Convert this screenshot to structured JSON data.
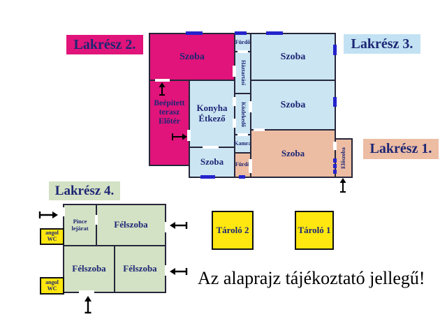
{
  "title_labels": {
    "lakresz_1": "Lakrész 1.",
    "lakresz_2": "Lakrész 2.",
    "lakresz_3": "Lakrész 3.",
    "lakresz_4": "Lakrész 4."
  },
  "rooms": {
    "szoba": "Szoba",
    "konyha_etkezo": "Konyha\nÉtkező",
    "beepitett_terasz": "Beépített\nterasz\nElőtér",
    "furdo": "Fürdő",
    "haztartasi": "Háztartási",
    "kozlekedo": "Közlekedő",
    "kamra": "Kamra",
    "eloszoba": "Előszoba",
    "felszoba": "Félszoba",
    "pince_lejarat": "Pince\nlejárat",
    "angol_wc": "angol\nWC"
  },
  "storage": {
    "tarolo_1": "Tároló 1",
    "tarolo_2": "Tároló 2"
  },
  "disclaimer": "Az alaprajz tájékoztató jellegű!",
  "colors": {
    "lakresz_1_salmon": "#ecbca3",
    "lakresz_2_magenta": "#e0147a",
    "lakresz_3_blue": "#cbe5f3",
    "lakresz_4_green": "#d3e1c4",
    "storage_yellow": "#ffe70f",
    "window_blue": "#2424cc",
    "wall_dark": "#26263a",
    "room_text_navy": "#1c2674"
  }
}
